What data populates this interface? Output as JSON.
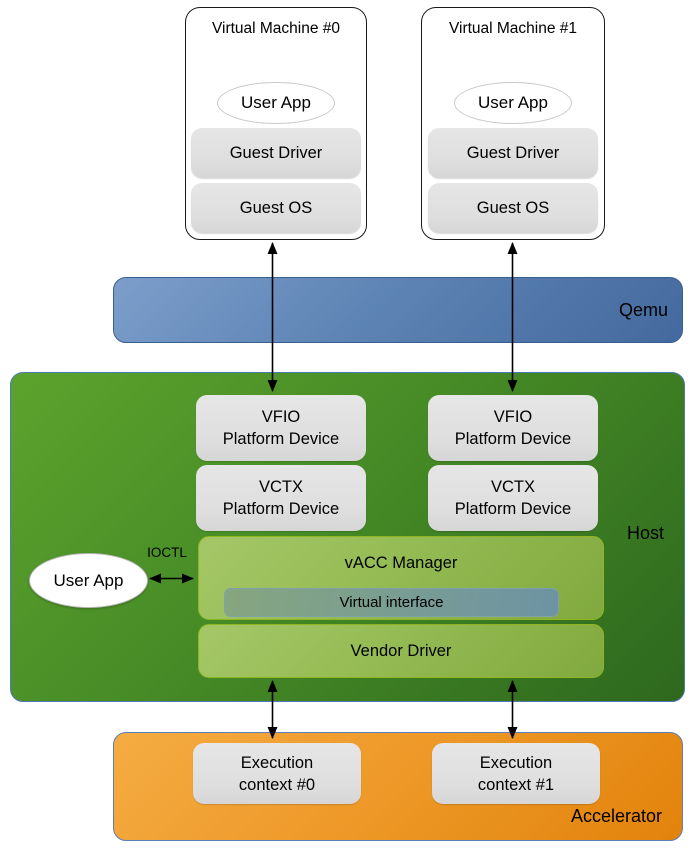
{
  "colors": {
    "qemu_blue": "#44699e",
    "host_green": "#3f8226",
    "accelerator_orange": "#ee9a2a",
    "inner_box_green": "#93ba52",
    "virtual_interface_teal": "#7a9d92",
    "component_gray": "#e0e0e0",
    "arrow_black": "#000000"
  },
  "vms": [
    {
      "title": "Virtual Machine #0",
      "user_app": "User App",
      "guest_driver": "Guest Driver",
      "guest_os": "Guest OS"
    },
    {
      "title": "Virtual Machine #1",
      "user_app": "User App",
      "guest_driver": "Guest Driver",
      "guest_os": "Guest OS"
    }
  ],
  "qemu": {
    "label": "Qemu"
  },
  "host": {
    "label": "Host",
    "columns": [
      {
        "vfio": "VFIO\nPlatform Device",
        "vctx": "VCTX\nPlatform Device"
      },
      {
        "vfio": "VFIO\nPlatform Device",
        "vctx": "VCTX\nPlatform Device"
      }
    ],
    "vacc_manager": "vACC Manager",
    "virtual_interface": "Virtual interface",
    "vendor_driver": "Vendor Driver",
    "user_app": "User App",
    "ioctl_label": "IOCTL"
  },
  "accelerator": {
    "label": "Accelerator",
    "contexts": [
      {
        "label": "Execution\ncontext #0"
      },
      {
        "label": "Execution\ncontext #1"
      }
    ]
  }
}
